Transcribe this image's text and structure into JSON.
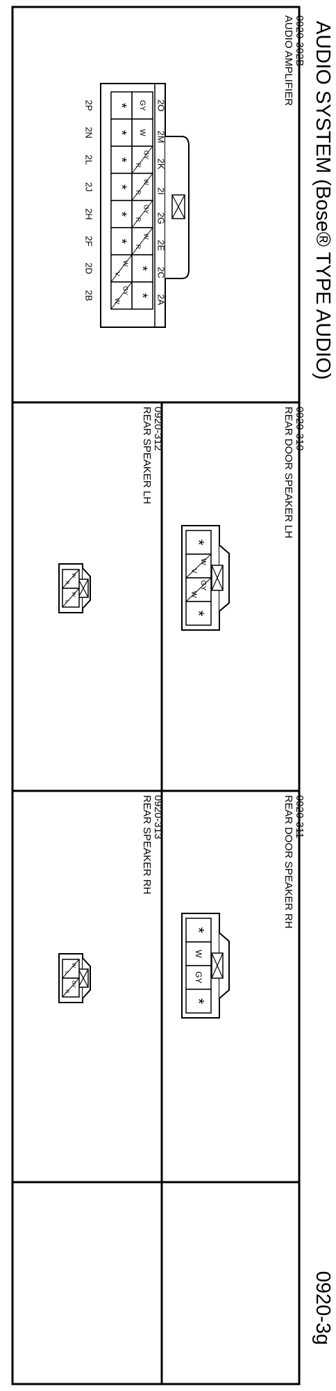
{
  "page": {
    "title": "AUDIO SYSTEM (Bose® TYPE AUDIO)",
    "page_number": "0920-3g"
  },
  "connectors": [
    {
      "code": "0920-302B",
      "name": "AUDIO AMPLIFIER",
      "top_pins": [
        "2O",
        "2M",
        "2K",
        "2I",
        "2G",
        "2E",
        "2C",
        "2A"
      ],
      "bottom_pins": [
        "2P",
        "2N",
        "2L",
        "2J",
        "2H",
        "2F",
        "2D",
        "2B"
      ],
      "top_row": [
        {
          "type": "plain",
          "a": "GY"
        },
        {
          "type": "plain",
          "a": "W"
        },
        {
          "type": "split",
          "a": "GY",
          "b": "R"
        },
        {
          "type": "split",
          "a": "W",
          "b": "R"
        },
        {
          "type": "split",
          "a": "GY",
          "b": "R"
        },
        {
          "type": "split",
          "a": "W",
          "b": "R"
        },
        {
          "type": "star",
          "a": "*"
        },
        {
          "type": "star",
          "a": "*"
        }
      ],
      "bottom_row": [
        {
          "type": "star",
          "a": "*"
        },
        {
          "type": "star",
          "a": "*"
        },
        {
          "type": "star",
          "a": "*"
        },
        {
          "type": "star",
          "a": "*"
        },
        {
          "type": "star",
          "a": "*"
        },
        {
          "type": "star",
          "a": "*"
        },
        {
          "type": "split",
          "a": "W",
          "b": "V"
        },
        {
          "type": "split",
          "a": "GY",
          "b": "W"
        }
      ]
    },
    {
      "code": "0920-310",
      "name": "REAR DOOR SPEAKER LH",
      "cells": [
        {
          "type": "star",
          "a": "*"
        },
        {
          "type": "split",
          "a": "W",
          "b": "V"
        },
        {
          "type": "split",
          "a": "GY",
          "b": "W"
        },
        {
          "type": "star",
          "a": "*"
        }
      ]
    },
    {
      "code": "0920-311",
      "name": "REAR DOOR SPEAKER RH",
      "cells": [
        {
          "type": "star",
          "a": "*"
        },
        {
          "type": "plain",
          "a": "W"
        },
        {
          "type": "plain",
          "a": "GY"
        },
        {
          "type": "star",
          "a": "*"
        }
      ]
    },
    {
      "code": "0920-312",
      "name": "REAR SPEAKER LH",
      "cells": [
        {
          "type": "split",
          "a": "W",
          "b": "R"
        },
        {
          "type": "split",
          "a": "W",
          "b": "L"
        }
      ]
    },
    {
      "code": "0920-313",
      "name": "REAR SPEAKER RH",
      "cells": [
        {
          "type": "split",
          "a": "W",
          "b": "L"
        },
        {
          "type": "split",
          "a": "GY",
          "b": "R"
        }
      ]
    }
  ]
}
